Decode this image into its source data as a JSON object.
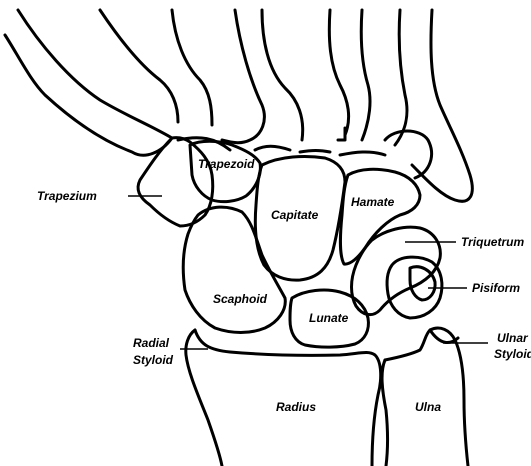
{
  "diagram": {
    "labels": {
      "trapezoid": "Trapezoid",
      "trapezium": "Trapezium",
      "capitate": "Capitate",
      "hamate": "Hamate",
      "triquetrum": "Triquetrum",
      "pisiform": "Pisiform",
      "scaphoid": "Scaphoid",
      "lunate": "Lunate",
      "radial_styloid_1": "Radial",
      "radial_styloid_2": "Styloid",
      "ulnar_styloid_1": "Ulnar",
      "ulnar_styloid_2": "Styloid",
      "radius": "Radius",
      "ulna": "Ulna"
    }
  }
}
